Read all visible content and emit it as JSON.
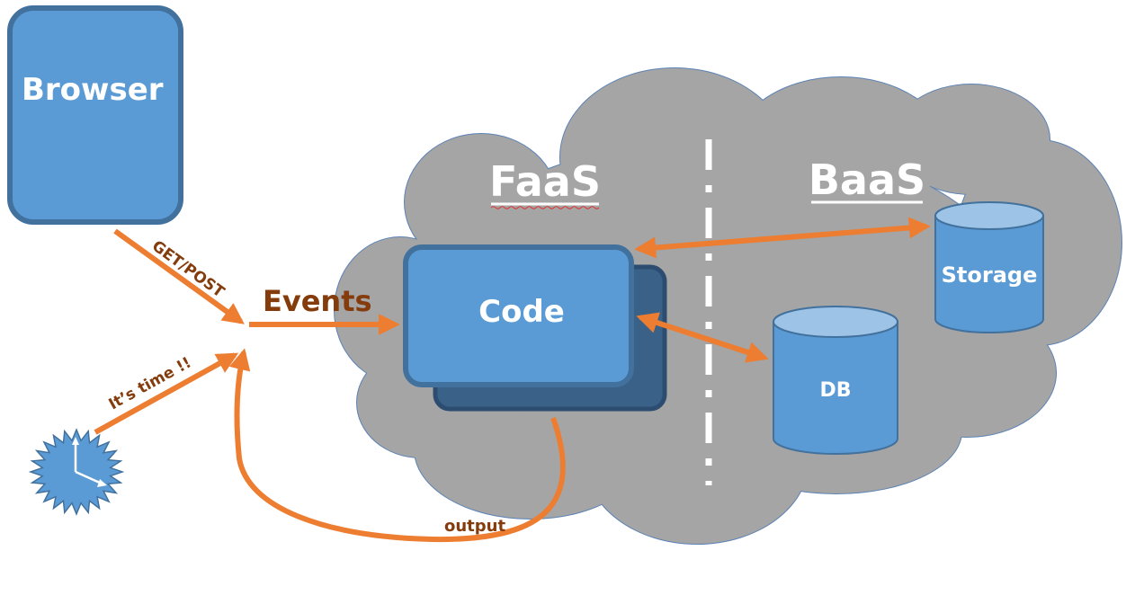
{
  "labels": {
    "browser": "Browser",
    "faas": "FaaS",
    "baas": "BaaS",
    "code": "Code",
    "events": "Events",
    "get_post": "GET/POST",
    "its_time": "It’s time !!",
    "output": "output",
    "storage": "Storage",
    "db": "DB"
  },
  "icons": {
    "timer": "clock-starburst-icon"
  },
  "colors": {
    "box_fill": "#5b9bd5",
    "box_border": "#41719c",
    "code_shadow": "#3a6188",
    "cloud_fill": "#a5a5a5",
    "cloud_border": "#5b82b5",
    "arrow": "#ed7d31",
    "label_brown": "#843c0c",
    "cylinder_top": "#9dc3e6"
  }
}
